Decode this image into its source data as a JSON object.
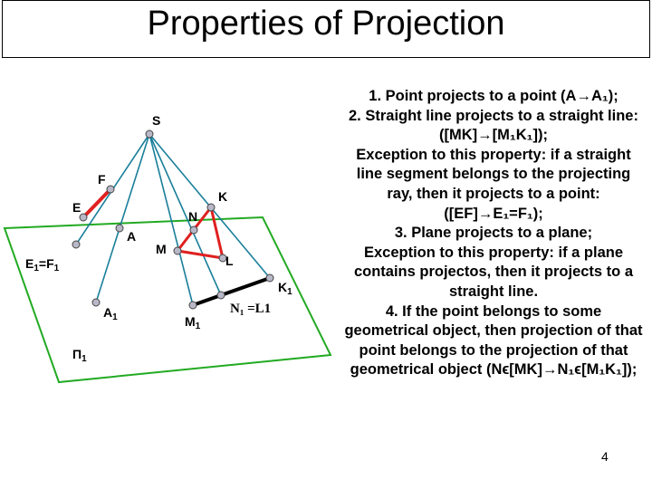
{
  "title": "Properties of Projection",
  "page_number": "4",
  "labels": {
    "S": "S",
    "F": "F",
    "E": "E",
    "K": "K",
    "N": "N",
    "A": "A",
    "M": "M",
    "L": "L",
    "E1F1_base": "E",
    "E1F1_sub1": "1",
    "E1F1_mid": "=F",
    "E1F1_sub2": "1",
    "K1_base": "K",
    "K1_sub": "1",
    "A1_base": "A",
    "A1_sub": "1",
    "M1_base": "M",
    "M1_sub": "1",
    "N1L1": "N₁ =L1",
    "Pi1_base": "Π",
    "Pi1_sub": "1"
  },
  "colors": {
    "plane": "#22aa22",
    "red_segment": "#e02020",
    "black_segment": "#000000",
    "rays": "#1a7f9a",
    "point_fill": "#b8b8c8"
  },
  "properties": [
    "1. Point projects to a point (A→A₁);",
    "2. Straight line projects to a straight line: ([MK]→[M₁K₁]);",
    "Exception to this property: if a straight line segment belongs to the projecting ray, then it projects to a point: ([EF]→E₁=F₁);",
    "3. Plane projects to a plane;",
    "Exception to this property: if a plane contains projectos, then it projects to a straight line.",
    "4. If the point belongs to some geometrical object, then projection of that point belongs to the projection of that geometrical object (Nϵ[MK]→N₁ϵ[M₁K₁]);"
  ]
}
